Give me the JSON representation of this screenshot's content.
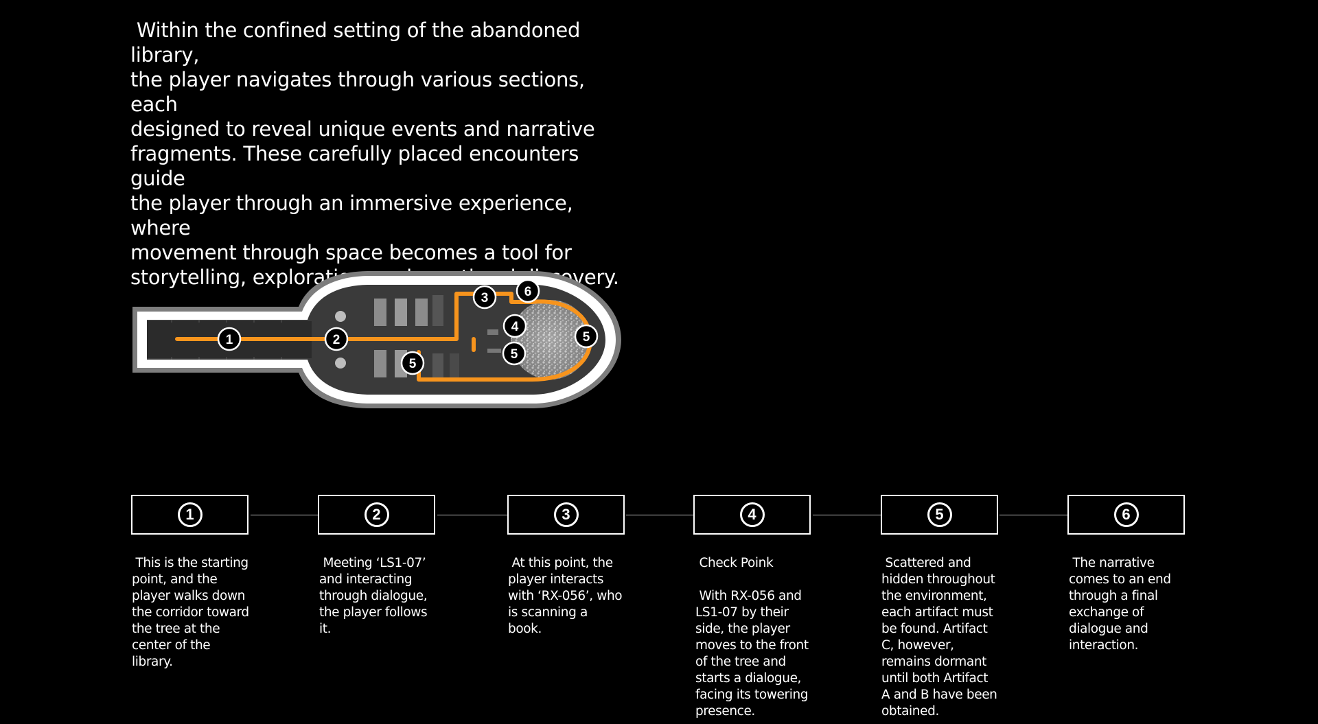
{
  "intro_text": " Within the confined setting of the abandoned library,\nthe player navigates through various sections, each\ndesigned to reveal unique events and narrative\nfragments. These carefully placed encounters guide\nthe player through an immersive experience, where\nmovement through space becomes a tool for\nstorytelling, exploration, and emotional discovery.",
  "colors": {
    "path": "#F7941D",
    "background": "#000000",
    "wall": "#ffffff"
  },
  "map_markers": [
    "1",
    "2",
    "3",
    "4",
    "5",
    "6",
    "5",
    "5"
  ],
  "steps": [
    {
      "number": "1",
      "description": " This is the starting\npoint, and the\nplayer walks down\nthe corridor toward\nthe tree at the\ncenter of the\nlibrary."
    },
    {
      "number": "2",
      "description": " Meeting ‘LS1-07’\nand interacting\nthrough dialogue,\nthe player follows\nit."
    },
    {
      "number": "3",
      "description": " At this point, the\nplayer interacts\nwith ‘RX-056’, who\nis scanning a\nbook."
    },
    {
      "number": "4",
      "description": " Check Poink\n\n With RX-056 and\nLS1-07 by their\nside, the player\nmoves to the front\nof the tree and\nstarts a dialogue,\nfacing its towering\npresence."
    },
    {
      "number": "5",
      "description": " Scattered and\nhidden throughout\nthe environment,\neach artifact must\nbe found. Artifact\nC, however,\nremains dormant\nuntil both Artifact\nA and B have been\nobtained."
    },
    {
      "number": "6",
      "description": " The narrative\ncomes to an end\nthrough a final\nexchange of\ndialogue and\ninteraction."
    }
  ]
}
